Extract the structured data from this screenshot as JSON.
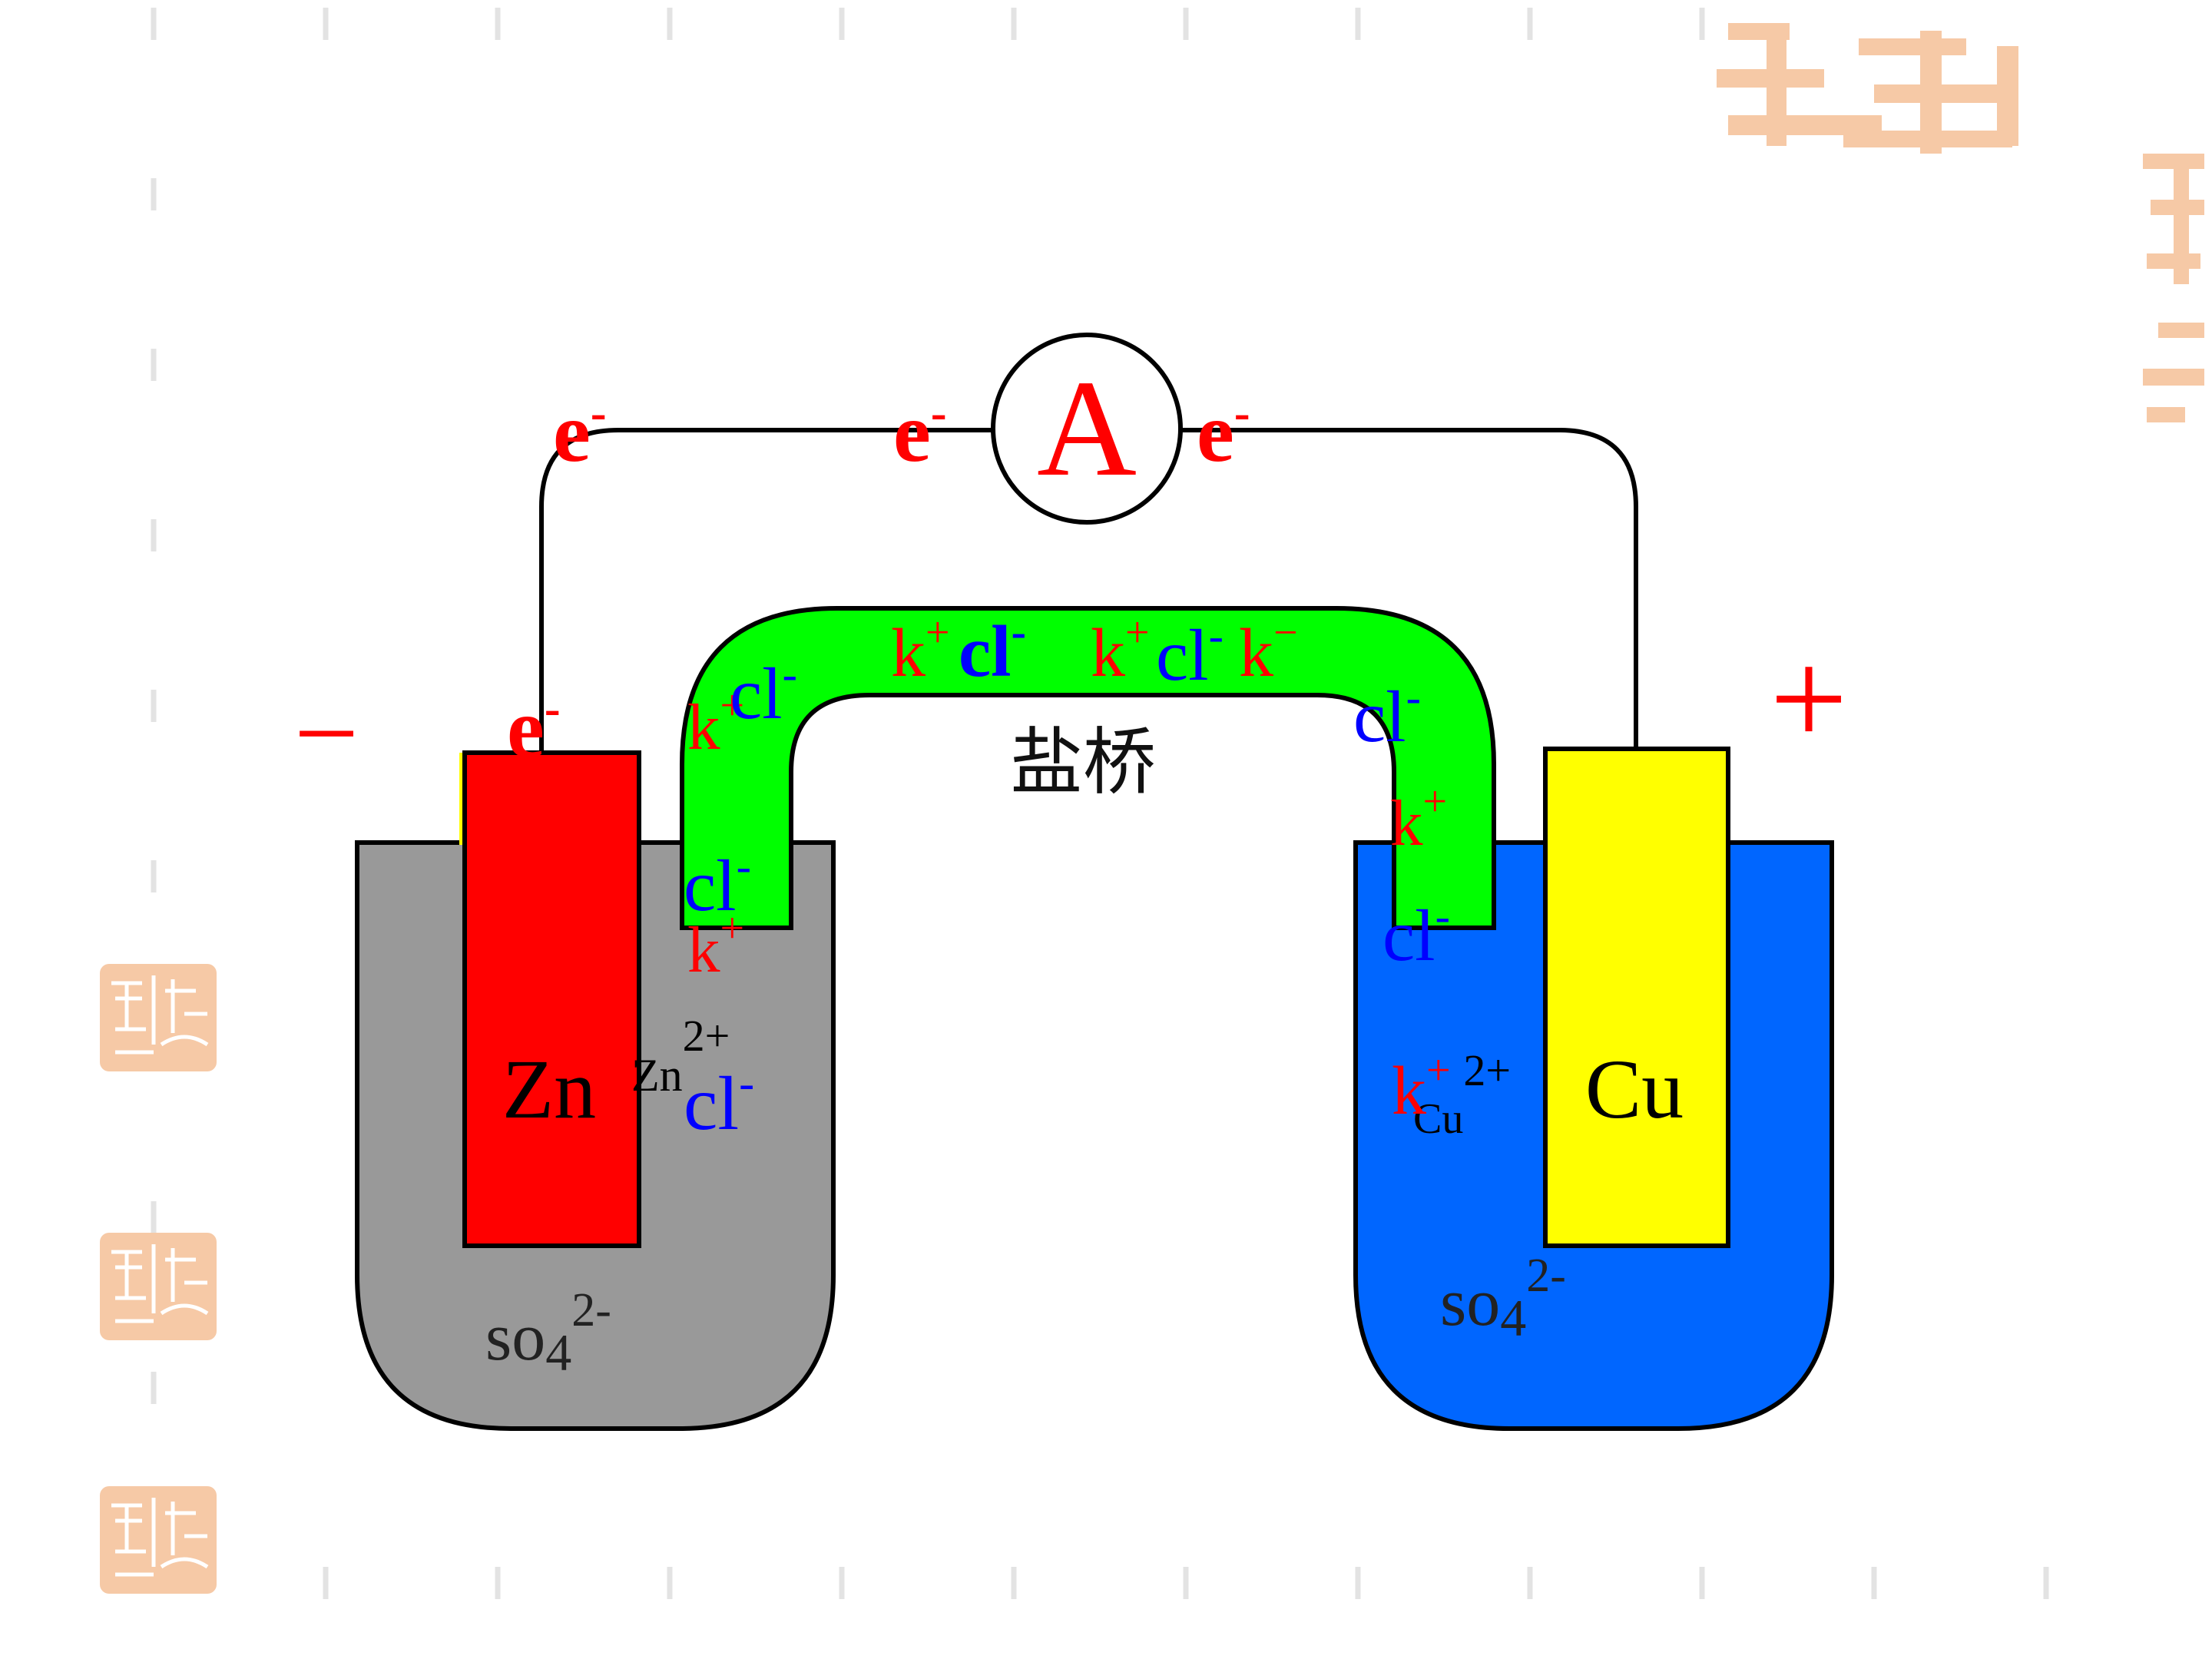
{
  "diagram": {
    "ammeter_label": "A",
    "electron": {
      "base": "e",
      "sup": "-"
    },
    "salt_bridge_label": "盐桥",
    "negative_sign": "−",
    "positive_sign": "+",
    "zinc": {
      "electrode_label": "Zn",
      "cation": {
        "base": "Zn",
        "sup": "2+"
      },
      "anion": {
        "base": "so",
        "sub": "4",
        "sup": "2-"
      }
    },
    "copper": {
      "electrode_label": "Cu",
      "cation": {
        "base": "Cu",
        "sup": "2+"
      },
      "anion": {
        "base": "so",
        "sub": "4",
        "sup": "2-"
      }
    },
    "ions": {
      "k": {
        "base": "k",
        "sup": "+"
      },
      "k_minus": {
        "base": "k",
        "sup": "−"
      },
      "cl": {
        "base": "cl",
        "sup": "-"
      }
    },
    "colors": {
      "zinc_solution": "#999999",
      "copper_solution": "#0066ff",
      "salt_bridge": "#00ff00",
      "zinc_electrode": "#ff0000",
      "copper_electrode": "#ffff00",
      "ion_k": "#ff0000",
      "ion_cl": "#0000ff",
      "electron_text": "#ff0000",
      "background_mark": "#f6c9a6"
    },
    "decorations": [
      "seal-stamp-top-right",
      "seal-stamp-right",
      "seal-stamp-left-1",
      "seal-stamp-left-2",
      "seal-stamp-left-3"
    ]
  }
}
